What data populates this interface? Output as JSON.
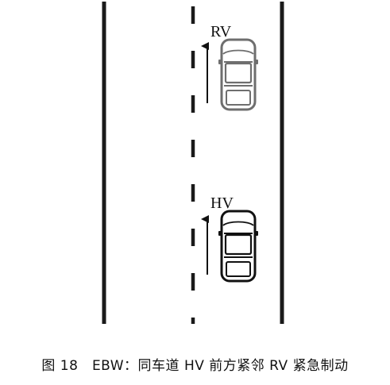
{
  "diagram": {
    "rv_label": "RV",
    "hv_label": "HV"
  },
  "caption": "图 18　EBW：同车道 HV 前方紧邻 RV 紧急制动"
}
